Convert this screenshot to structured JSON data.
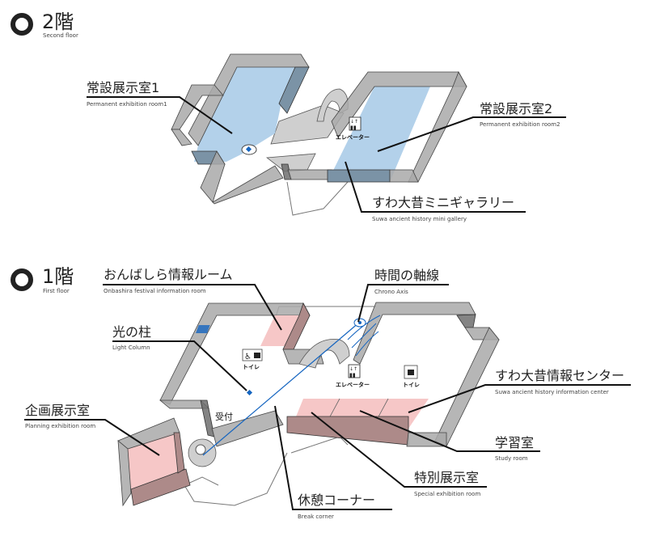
{
  "floor2": {
    "title": "2階",
    "subtitle": "Second floor",
    "rooms": [
      {
        "ja": "常設展示室1",
        "en": "Permanent exhibition room1"
      },
      {
        "ja": "常設展示室2",
        "en": "Permanent exhibition room2"
      },
      {
        "ja": "すわ大昔ミニギャラリー",
        "en": "Suwa ancient history mini gallery"
      }
    ],
    "facilities": {
      "elevator": "エレベーター"
    }
  },
  "floor1": {
    "title": "1階",
    "subtitle": "First floor",
    "rooms": [
      {
        "ja": "おんばしら情報ルーム",
        "en": "Onbashira festival information room"
      },
      {
        "ja": "光の柱",
        "en": "Light Column"
      },
      {
        "ja": "企画展示室",
        "en": "Planning exhibition room"
      },
      {
        "ja": "休憩コーナー",
        "en": "Break corner"
      },
      {
        "ja": "特別展示室",
        "en": "Special exhibition room"
      },
      {
        "ja": "学習室",
        "en": "Study room"
      },
      {
        "ja": "すわ大昔情報センター",
        "en": "Suwa ancient history information center"
      },
      {
        "ja": "時間の軸線",
        "en": "Chrono Axis"
      }
    ],
    "facilities": {
      "elevator": "エレベーター",
      "toilet_1": "トイレ",
      "toilet_2": "トイレ",
      "reception": "受付"
    }
  },
  "colors": {
    "exhibit_2f": "#b3d1ea",
    "exhibit_1f": "#f6c7c7",
    "accent": "#1565c0",
    "wall": "#a9a9a9"
  }
}
